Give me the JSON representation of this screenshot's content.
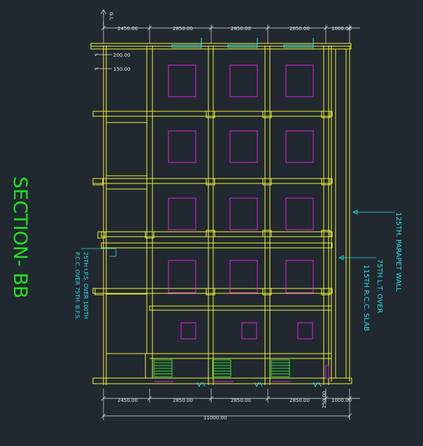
{
  "drawing": {
    "title": "SECTION- BB",
    "ground_level": "G.L",
    "top_dims": [
      "2450.00",
      "2850.00",
      "2850.00",
      "2850.00",
      "1000.00"
    ],
    "bottom_dims": [
      "2450.00",
      "2850.00",
      "2850.00",
      "2850.00",
      "1000.00"
    ],
    "overall_dim": "11000.00",
    "left_dims": [
      "200.00",
      "150.00"
    ],
    "right_small_dim": "250.00",
    "notes": {
      "parapet": "125TH. PARAPET WALL",
      "lintel_line1": "75TH L.T. OVER",
      "lintel_line2": "115TH R.C.C. SLAB",
      "floor_line1": "25TH I.P.S. OVER 100TH",
      "floor_line2": "P.C.C. OVER 75TH. B.F.S."
    },
    "colors": {
      "background": "#212830",
      "structure": "#f4f430",
      "openings": "#e020e0",
      "annotations": "#28e0e8",
      "dimensions": "#e8e8e8",
      "title": "#22e020",
      "stairs": "#30e030"
    }
  }
}
